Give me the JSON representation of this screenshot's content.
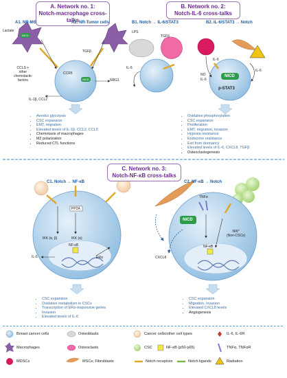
{
  "header_a": {
    "line1": "A. Network no. 1:",
    "line2": "Notch-macrophage cross-talks"
  },
  "header_b": {
    "line1": "B. Network no. 2:",
    "line2": "Notch-IL-6 cross-talks"
  },
  "header_c": {
    "line1": "C. Network no. 3:",
    "line2": "Notch-NF-κB cross-talks"
  },
  "sub_a1": "A1. NR-MΘ",
  "sub_a2": "A2. NR-Tumor cells",
  "sub_b1": "B1. Notch → IL-6/STAT3",
  "sub_b2": "B2. IL-6/STAT3 → Notch",
  "sub_c1": "C1. Notch → NF-κB",
  "sub_c2": "C2. NF-κB → Notch",
  "labels_a": {
    "lactate": "Lactate",
    "nicd": "NICD",
    "lps": "LPS",
    "tgfb": "TGFβ",
    "ccr5": "CCR5",
    "nrg1": "NRG1",
    "ccls": "CCLS +\nother\nchemotactic\nfactors",
    "il1b": "IL-1β, CCL2"
  },
  "labels_b": {
    "tgfb": "TGFβ",
    "il6_left": "IL-6",
    "il6_top": "IL-6",
    "il6_right": "IL-6",
    "no": "NO",
    "il6_no": "IL-6",
    "nicd": "NICD",
    "pstat3": "p-STAT3"
  },
  "labels_c1": {
    "pp2a": "PP2A",
    "ikk_ab": "IKK (α, β)",
    "ikk_a": "IKK (α)",
    "il6": "IL-6",
    "nfkb": "NF-κB",
    "era": "ERα"
  },
  "labels_c2": {
    "tnfa": "TNFα",
    "nicd": "NICD",
    "cxcl8": "CXCL8",
    "nik": "NIK*\n(Non-CSCs)",
    "nfkb": "NF-κB"
  },
  "list_a": [
    "Aerobic glycolysis",
    "CSC expansion",
    "EMT, migration",
    "Elevated levels of IL-1β, CCL2, CCL5",
    "Chemotaxis of macrophages",
    "M2 polarization",
    "Reduced CTL functions"
  ],
  "list_b": [
    "Oxidative phosphorylation",
    "CSC expansion",
    "Proliferation",
    "EMT, migration, invasion",
    "Hypoxia resistance",
    "Endocrine resistance",
    "Exit from dormancy",
    "Elevated levels of IL-6, CXCL8, TGFβ",
    "Osteoclastogenesis"
  ],
  "list_c1": [
    "CSC expansion",
    "Oxidative metabolism in CSCs",
    "Transcription of ERα-responsive genes",
    "Invasion",
    "Elevated levels of IL-6"
  ],
  "list_c2": [
    "CSC expansion",
    "Migration, invasion",
    "Elevated CXCL8 levels",
    "Angiogenesis"
  ],
  "legend": {
    "breast": "Breast cancer cells",
    "osteoblasts": "Osteoblasts",
    "cancer_other": "Cancer cells/other cell types",
    "il6": "IL-6, IL-6R",
    "macrophages": "Macrophages",
    "osteoclasts": "Osteoclasts",
    "csc": "CSC",
    "nfkb": "NF-κB (p50-p65)",
    "tnfa": "TNFα, TNFαR",
    "mdscs": "MDSCs",
    "mscs": "MSCs; Fibroblasts",
    "notch_receptors": "Notch receptors",
    "notch_ligands": "Notch ligands",
    "radiation": "Radiation"
  },
  "colors": {
    "header_border": "#9b6fb8",
    "header_text": "#6a2c8f",
    "cell": "#bcd7ee",
    "subtitle": "#1f5a9e",
    "bullet_blue": "#3a6ea5",
    "macrophage": "#8a5fa8",
    "nicd": "#2e9c4a",
    "mdsc": "#d81b60",
    "csc": "#b5e08a"
  }
}
